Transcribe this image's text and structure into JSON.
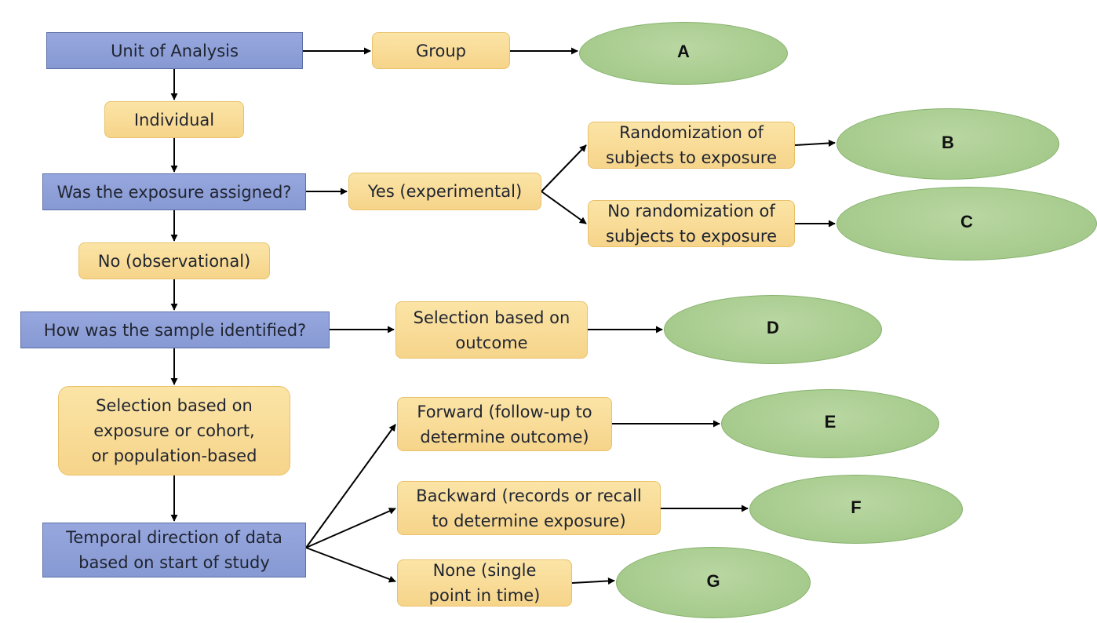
{
  "questions": {
    "unit": "Unit of Analysis",
    "assigned": "Was the exposure assigned?",
    "sample": "How was the sample identified?",
    "temporal": "Temporal direction of data based on start of study"
  },
  "answers": {
    "group": "Group",
    "individual": "Individual",
    "yes": "Yes (experimental)",
    "randomized": "Randomization of subjects to exposure",
    "not_randomized": "No randomization of subjects to exposure",
    "no": "No (observational)",
    "outcome": "Selection based on outcome",
    "exposure": "Selection based on exposure or cohort, or population-based",
    "forward": "Forward (follow-up to determine outcome)",
    "backward": "Backward (records or recall to determine exposure)",
    "none": "None (single point in time)"
  },
  "results": {
    "a": "A",
    "b": "B",
    "c": "C",
    "d": "D",
    "e": "E",
    "f": "F",
    "g": "G"
  },
  "colors": {
    "question_fill": "#8d9ed8",
    "answer_fill": "#f8d993",
    "result_fill": "#a8cc8f",
    "arrow": "#000000"
  }
}
